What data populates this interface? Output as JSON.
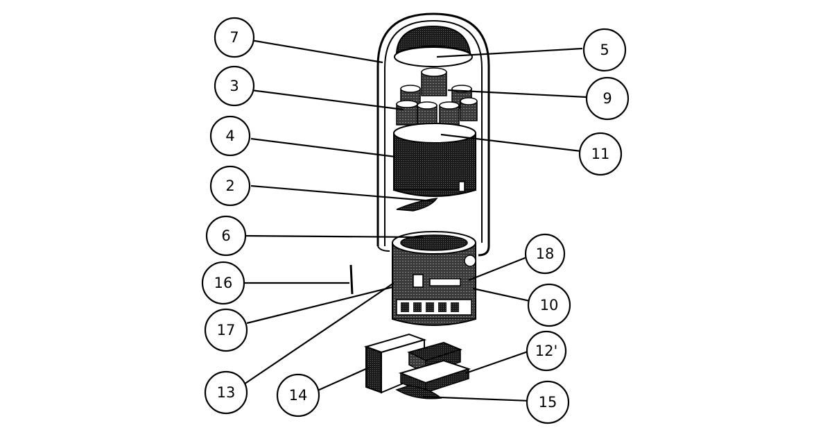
{
  "callouts": [
    {
      "id": "7",
      "label": "7"
    },
    {
      "id": "5",
      "label": "5"
    },
    {
      "id": "3",
      "label": "3"
    },
    {
      "id": "9",
      "label": "9"
    },
    {
      "id": "4",
      "label": "4"
    },
    {
      "id": "11",
      "label": "11"
    },
    {
      "id": "2",
      "label": "2"
    },
    {
      "id": "6",
      "label": "6"
    },
    {
      "id": "18",
      "label": "18"
    },
    {
      "id": "16",
      "label": "16"
    },
    {
      "id": "10",
      "label": "10"
    },
    {
      "id": "17",
      "label": "17"
    },
    {
      "id": "12",
      "label": "12'"
    },
    {
      "id": "13",
      "label": "13"
    },
    {
      "id": "14",
      "label": "14"
    },
    {
      "id": "15",
      "label": "15"
    }
  ]
}
